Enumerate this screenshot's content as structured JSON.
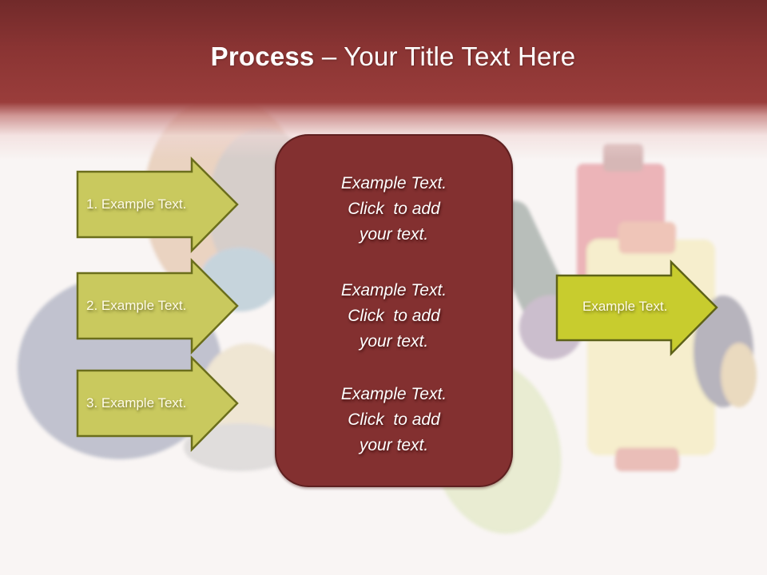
{
  "slide": {
    "title_bold": "Process",
    "title_rest": " – Your Title Text Here"
  },
  "left_arrows": [
    {
      "label": "1. Example Text."
    },
    {
      "label": "2. Example Text."
    },
    {
      "label": "3. Example Text."
    }
  ],
  "center_box": {
    "blocks": [
      {
        "line1": "Example Text.",
        "line2": "Click  to add",
        "line3": "your text."
      },
      {
        "line1": "Example Text.",
        "line2": "Click  to add",
        "line3": "your text."
      },
      {
        "line1": "Example Text.",
        "line2": "Click  to add",
        "line3": "your text."
      }
    ]
  },
  "right_arrow": {
    "label": "Example Text."
  },
  "colors": {
    "header_dark": "#712a2a",
    "header_light": "#9a3d3b",
    "center_box_fill": "#833030",
    "center_box_border": "#5e1f1f",
    "left_arrow_fill": "#c9c95e",
    "right_arrow_fill": "#c8cc2e",
    "arrow_border": "#6b6e1c",
    "background": "#f9f5f4"
  }
}
